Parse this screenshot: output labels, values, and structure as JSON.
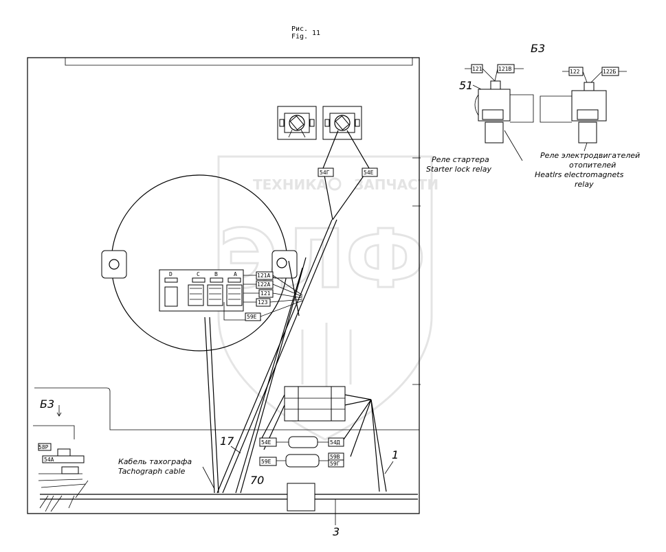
{
  "figure": {
    "ru": "Рис.",
    "en": "Fig.",
    "number": "11"
  },
  "b3_top": "Б3",
  "b3_left": "Б3",
  "relay_number": "51",
  "starter_relay": {
    "ru": "Реле стартера",
    "en": "Starter lock relay"
  },
  "heater_relay": {
    "ru1": "Реле электродвигателей",
    "ru2": "отопителей",
    "en1": "Heatlrs electromagnets",
    "en2": "relay"
  },
  "tacho_cable": {
    "ru": "Кабель тахографа",
    "en": "Tachograph cable"
  },
  "callouts": {
    "c1": "1",
    "c3": "3",
    "c17": "17",
    "c70": "70"
  },
  "wires": {
    "w121_top": "121",
    "w121B": "121В",
    "w122_top": "122",
    "w122B": "122Б",
    "w54G": "54Г",
    "w54E_top": "54Е",
    "w121A": "121А",
    "w122A": "122А",
    "w121": "121",
    "w123": "123",
    "w59E": "59Е",
    "w54E_low": "54Е",
    "w54D": "54Д",
    "w59E_low": "59Е",
    "w59B": "59В",
    "w59G": "59Г",
    "w58P": "58Р",
    "w54A": "54А"
  },
  "connector_cols": {
    "D": "D",
    "C": "C",
    "B": "B",
    "A": "A"
  },
  "watermark": {
    "line1a": "ТЕХНИКА",
    "line1b": "ЗАПЧАСТИ",
    "logo": "ЭЛФ"
  }
}
